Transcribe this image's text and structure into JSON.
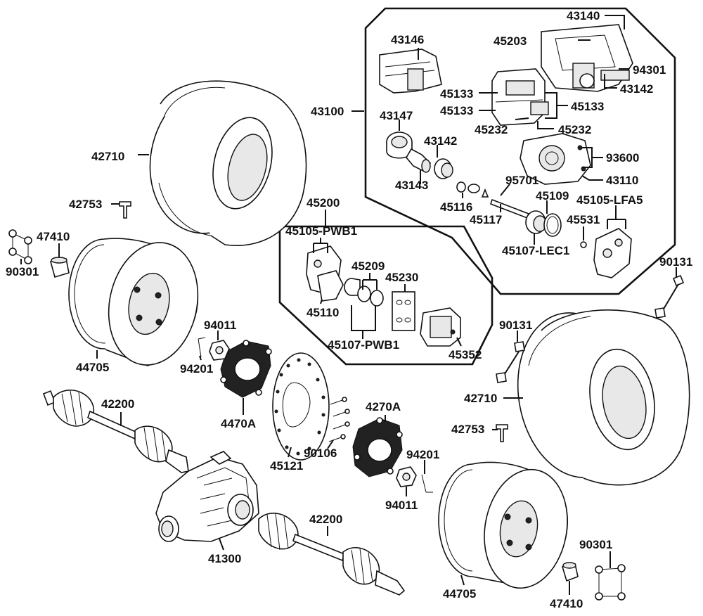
{
  "labels": {
    "l43140": "43140",
    "l45203": "45203",
    "l43146": "43146",
    "l94301": "94301",
    "l43142a": "43142",
    "l45133a": "45133",
    "l45133b": "45133",
    "l45133c": "45133",
    "l43100": "43100",
    "l43147": "43147",
    "l45232a": "45232",
    "l45232b": "45232",
    "l43142b": "43142",
    "l93600": "93600",
    "l43143": "43143",
    "l43110": "43110",
    "l95701": "95701",
    "l45109": "45109",
    "l45105lfa5": "45105-LFA5",
    "l45116": "45116",
    "l45117": "45117",
    "l45531": "45531",
    "l45107lec1": "45107-LEC1",
    "l42710a": "42710",
    "l42753a": "42753",
    "l45200": "45200",
    "l45105pwb1": "45105-PWB1",
    "l47410a": "47410",
    "l45209": "45209",
    "l45230": "45230",
    "l90301a": "90301",
    "l45110": "45110",
    "l90131a": "90131",
    "l45107pwb1": "45107-PWB1",
    "l94011a": "94011",
    "l90131b": "90131",
    "l45352": "45352",
    "l94201a": "94201",
    "l44705a": "44705",
    "l42200a": "42200",
    "l42710b": "42710",
    "l4470a": "4470A",
    "l4270a": "4270A",
    "l42753b": "42753",
    "l90106": "90106",
    "l45121": "45121",
    "l94201b": "94201",
    "l94011b": "94011",
    "l41300": "41300",
    "l42200b": "42200",
    "l90301b": "90301",
    "l47410b": "47410",
    "l44705b": "44705"
  }
}
